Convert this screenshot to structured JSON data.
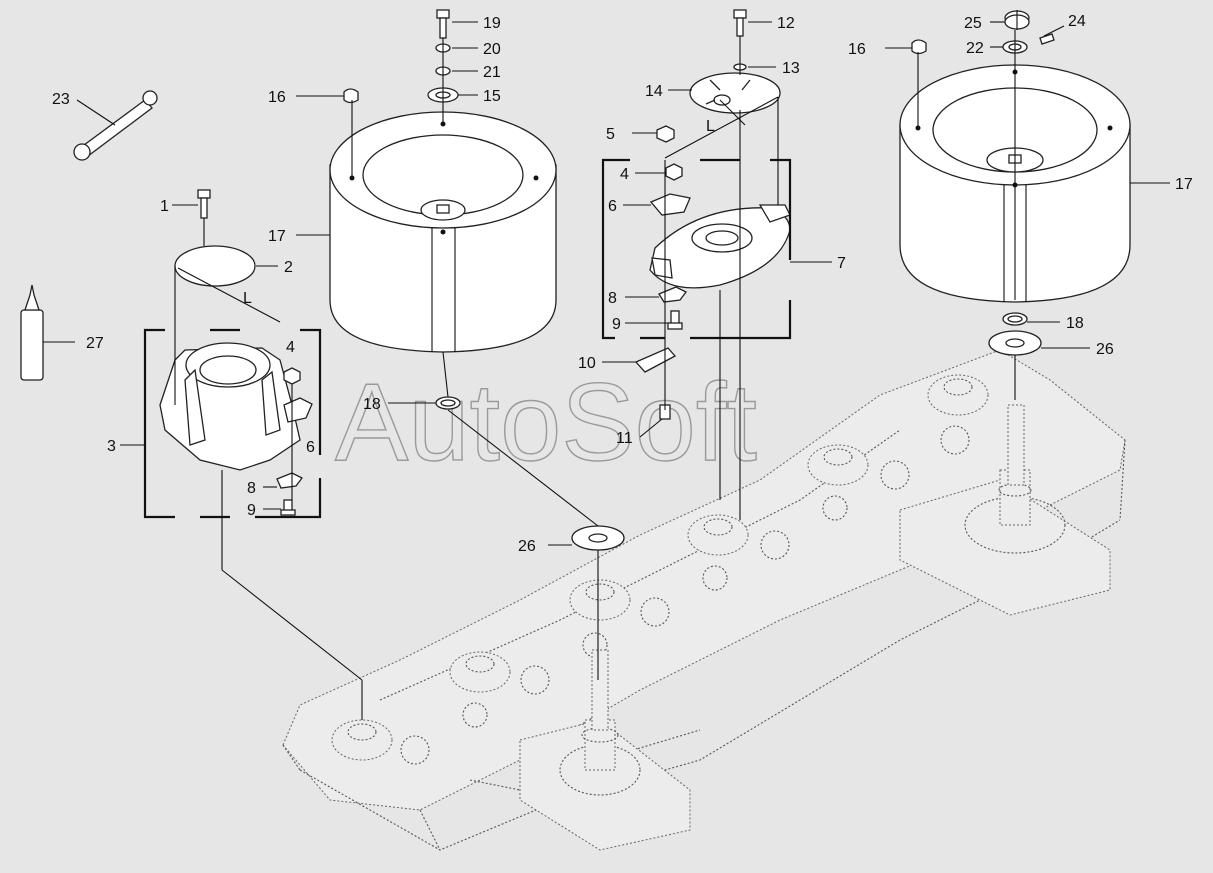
{
  "watermark": "AutoSoft",
  "dimension_label": "L",
  "callouts": {
    "c1": "1",
    "c2": "2",
    "c3": "3",
    "c4a": "4",
    "c4b": "4",
    "c5": "5",
    "c6a": "6",
    "c6b": "6",
    "c7": "7",
    "c8a": "8",
    "c8b": "8",
    "c9a": "9",
    "c9b": "9",
    "c10": "10",
    "c11": "11",
    "c12": "12",
    "c13": "13",
    "c14": "14",
    "c15": "15",
    "c16a": "16",
    "c16b": "16",
    "c17a": "17",
    "c17b": "17",
    "c18a": "18",
    "c18b": "18",
    "c19": "19",
    "c20": "20",
    "c21": "21",
    "c22": "22",
    "c23": "23",
    "c24": "24",
    "c25": "25",
    "c26a": "26",
    "c26b": "26",
    "c27": "27"
  }
}
